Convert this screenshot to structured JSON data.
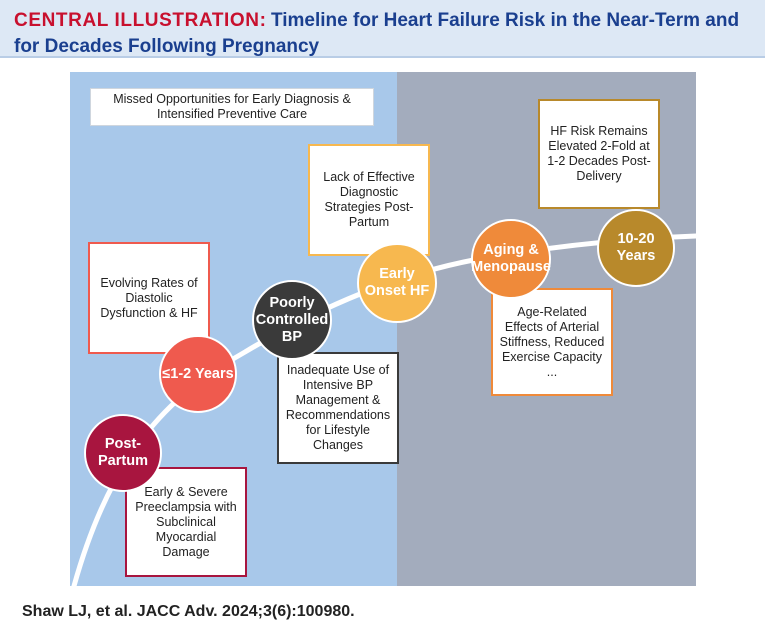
{
  "header": {
    "label": "CENTRAL ILLUSTRATION:",
    "title": "Timeline for Heart Failure Risk in the Near-Term and for Decades Following Pregnancy"
  },
  "missed_box": "Missed Opportunities for Early Diagnosis & Intensified Preventive Care",
  "stages": [
    {
      "label": "Post-Partum",
      "color": "#a8153f"
    },
    {
      "label": "≤1-2 Years",
      "color": "#ef5a4e"
    },
    {
      "label": "Poorly Controlled BP",
      "color": "#3a3a3a"
    },
    {
      "label": "Early Onset HF",
      "color": "#f7b84f"
    },
    {
      "label": "Aging & Menopause",
      "color": "#ef8a3a"
    },
    {
      "label": "10-20 Years",
      "color": "#b8892b"
    }
  ],
  "notes": {
    "preeclampsia": "Early & Severe Preeclampsia with Subclinical Myocardial Damage",
    "diastolic": "Evolving Rates of Diastolic Dysfunction & HF",
    "bp_management": "Inadequate Use of Intensive BP Management & Recommendations for Lifestyle Changes",
    "diagnostic": "Lack of Effective Diagnostic Strategies Post-Partum",
    "arterial": "Age-Related Effects of Arterial Stiffness, Reduced Exercise Capacity ...",
    "hf_risk": "HF Risk Remains Elevated 2-Fold at 1-2 Decades Post-Delivery"
  },
  "citation": "Shaw LJ, et al. JACC Adv. 2024;3(6):100980.",
  "colors": {
    "left_panel": "#a8c8ea",
    "right_panel": "#a3acbd",
    "header_label": "#c8102e",
    "header_title": "#1a3f8f"
  }
}
